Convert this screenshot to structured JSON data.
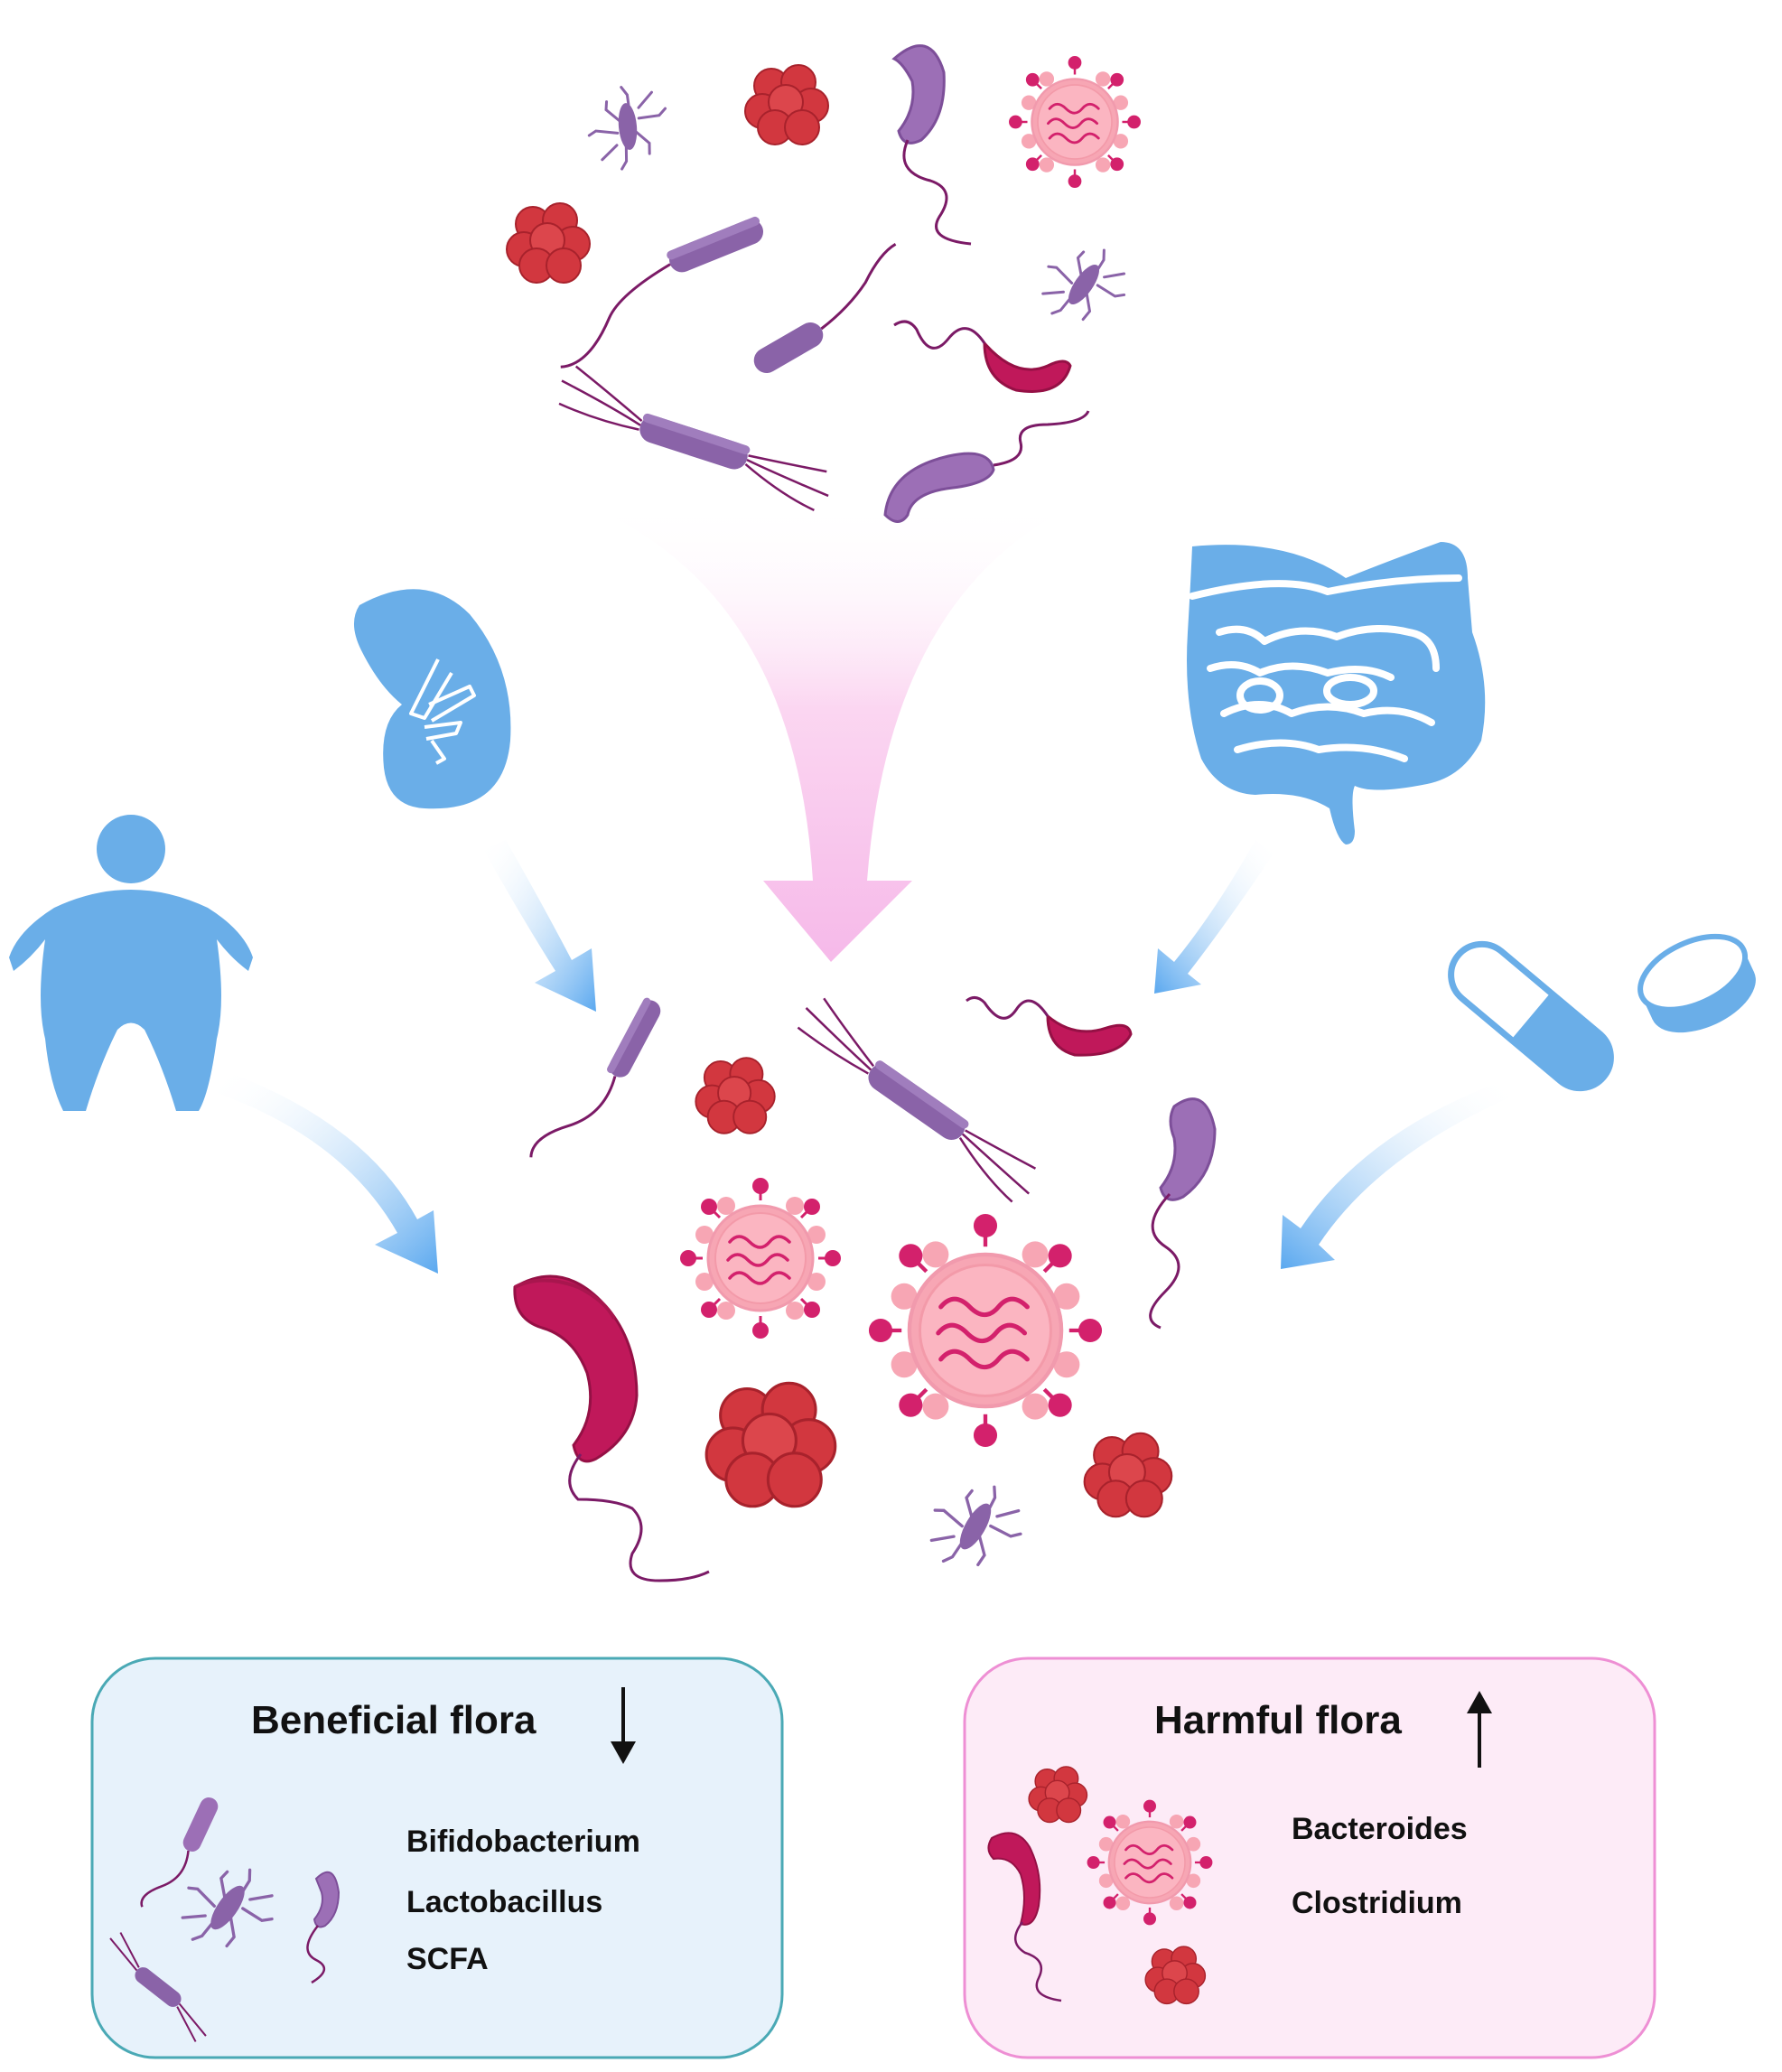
{
  "colors": {
    "organ_blue": "#6aaee8",
    "bacillus_purple": "#8a63a8",
    "vibrio_magenta": "#c0185a",
    "coccus_red": "#d2373f",
    "virus_pink": "#f7a6b4",
    "virus_spike": "#d3216c",
    "flagellum": "#7b1a66",
    "beneficial_panel_fill": "#e7f2fb",
    "beneficial_panel_border": "#4aa9b5",
    "harmful_panel_fill": "#fdebf7",
    "harmful_panel_border": "#ee8fd4",
    "funnel_pink": "#f8c6ec"
  },
  "icons": [
    "obese-person-icon",
    "spleen-icon",
    "intestine-icon",
    "capsule-icon",
    "tablet-icon",
    "bacillus-icon",
    "vibrio-icon",
    "coccus-cluster-icon",
    "virus-icon",
    "spider-microbe-icon"
  ],
  "beneficial": {
    "title": "Beneficial flora",
    "trend": "down",
    "items": [
      "Bifidobacterium",
      "Lactobacillus",
      "SCFA"
    ]
  },
  "harmful": {
    "title": "Harmful flora",
    "trend": "up",
    "items": [
      "Bacteroides",
      "Clostridium"
    ]
  }
}
